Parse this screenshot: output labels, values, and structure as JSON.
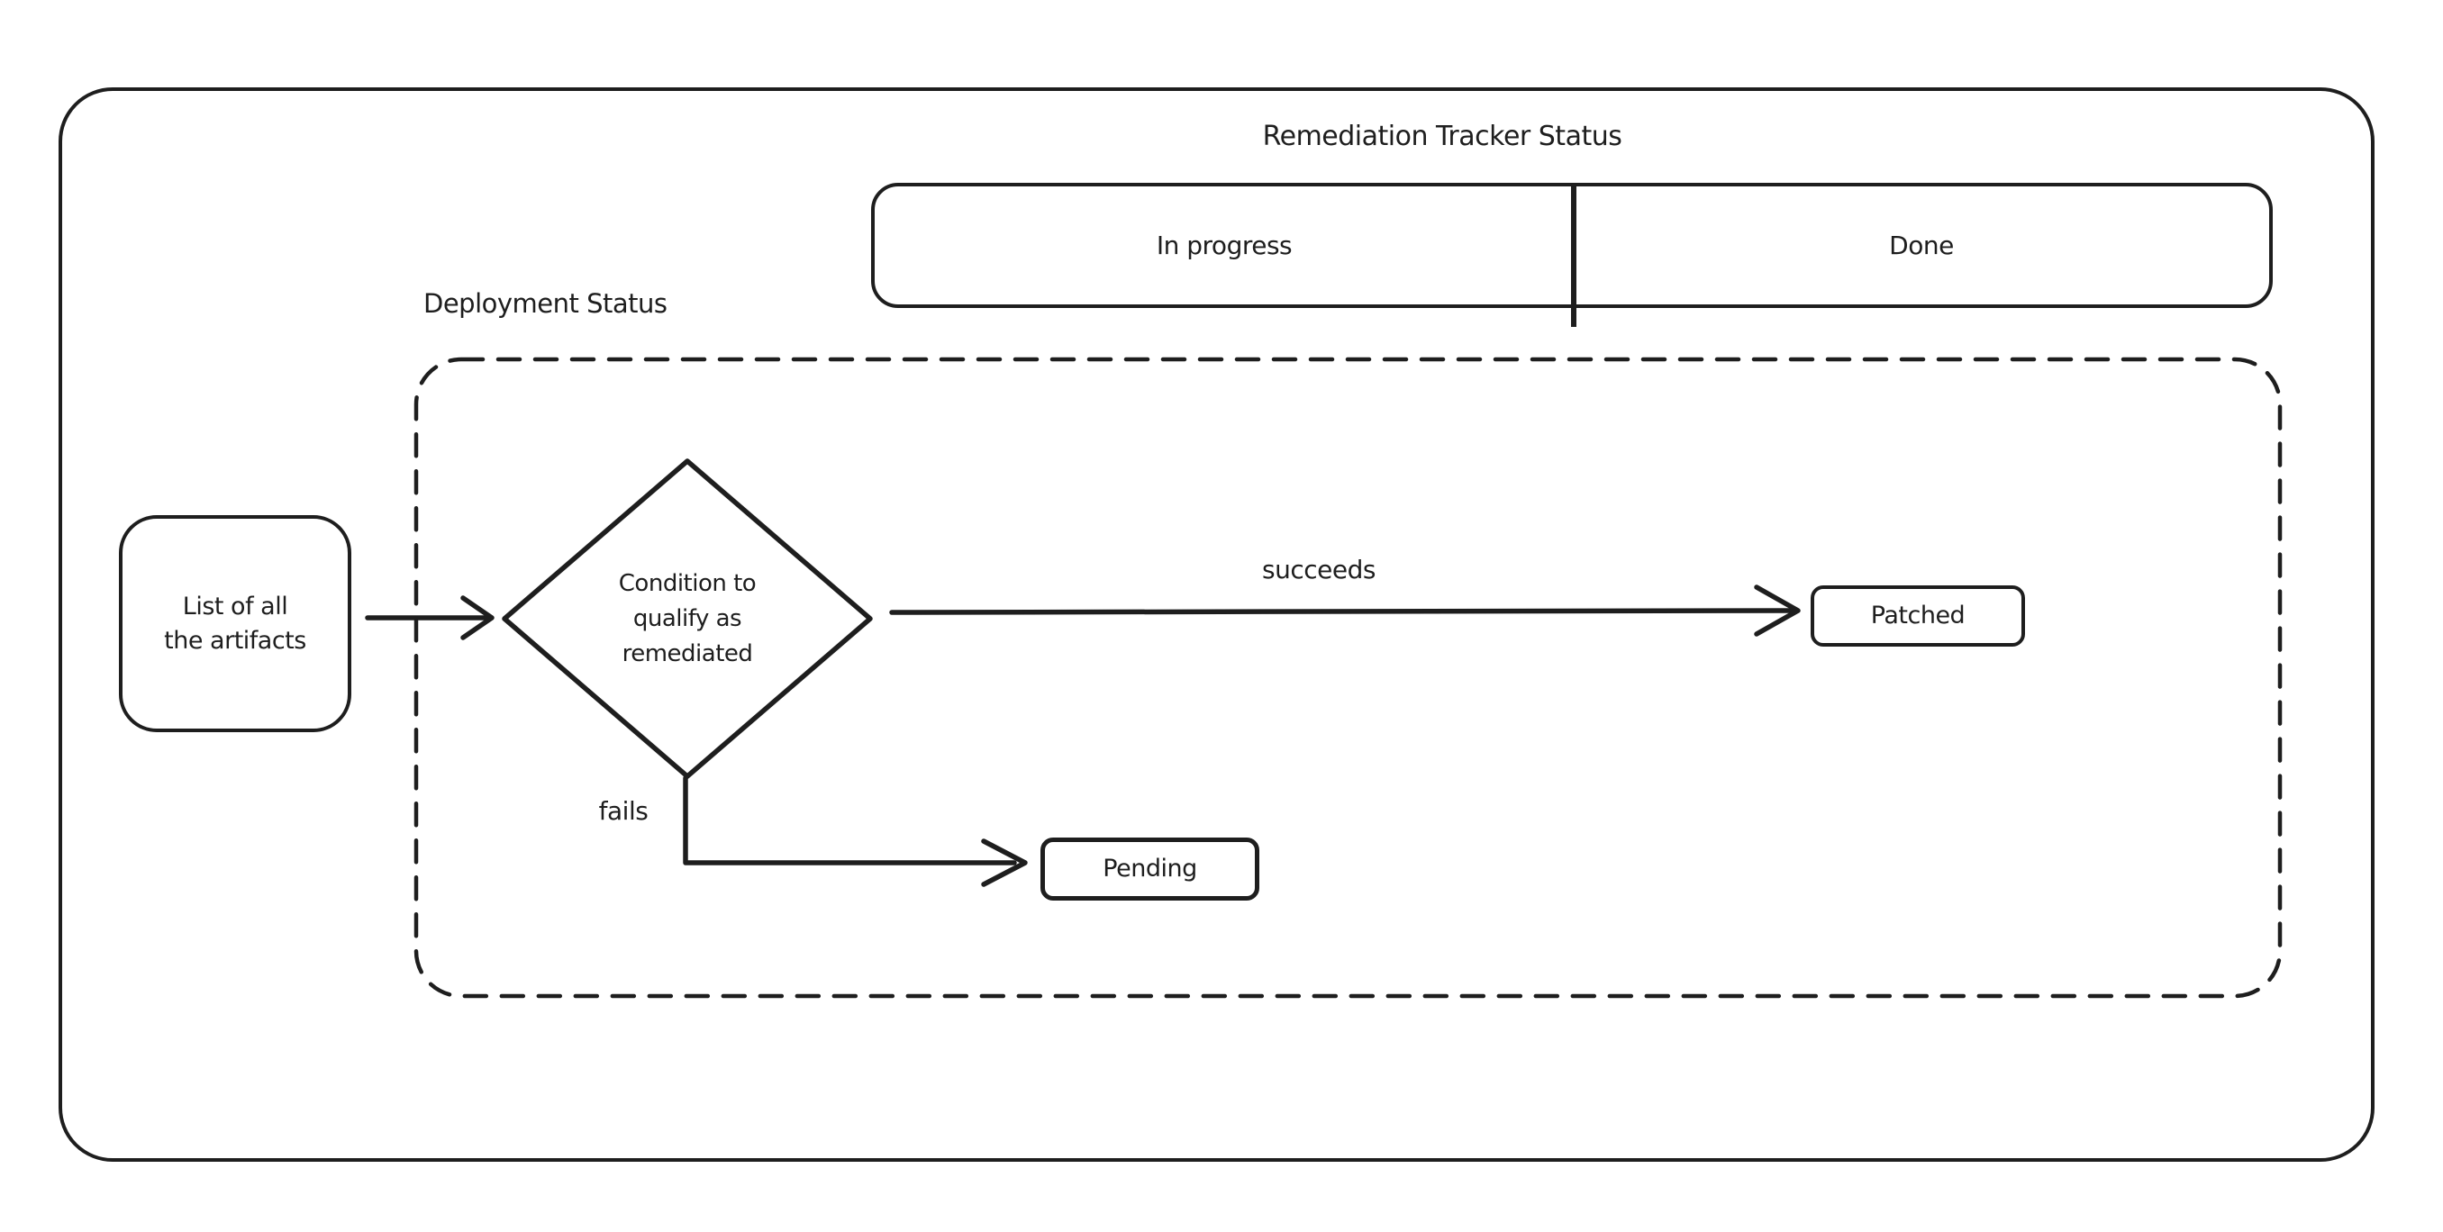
{
  "diagram": {
    "title": "Remediation Tracker Status",
    "tracker_bar": {
      "cells": [
        {
          "label": "In progress"
        },
        {
          "label": "Done"
        }
      ]
    },
    "deployment_region": {
      "label": "Deployment Status"
    },
    "nodes": {
      "artifacts": {
        "label": "List of all\nthe artifacts",
        "shape": "rounded-rectangle"
      },
      "condition": {
        "label": "Condition to\nqualify as\nremediated",
        "shape": "diamond"
      },
      "patched": {
        "label": "Patched",
        "shape": "rounded-rectangle"
      },
      "pending": {
        "label": "Pending",
        "shape": "rounded-rectangle"
      }
    },
    "edges": {
      "artifacts_to_condition": {
        "label": ""
      },
      "succeeds": {
        "label": "succeeds",
        "from": "condition",
        "to": "patched"
      },
      "fails": {
        "label": "fails",
        "from": "condition",
        "to": "pending"
      }
    },
    "colors": {
      "stroke": "#1e1e1e",
      "background": "#ffffff"
    }
  }
}
